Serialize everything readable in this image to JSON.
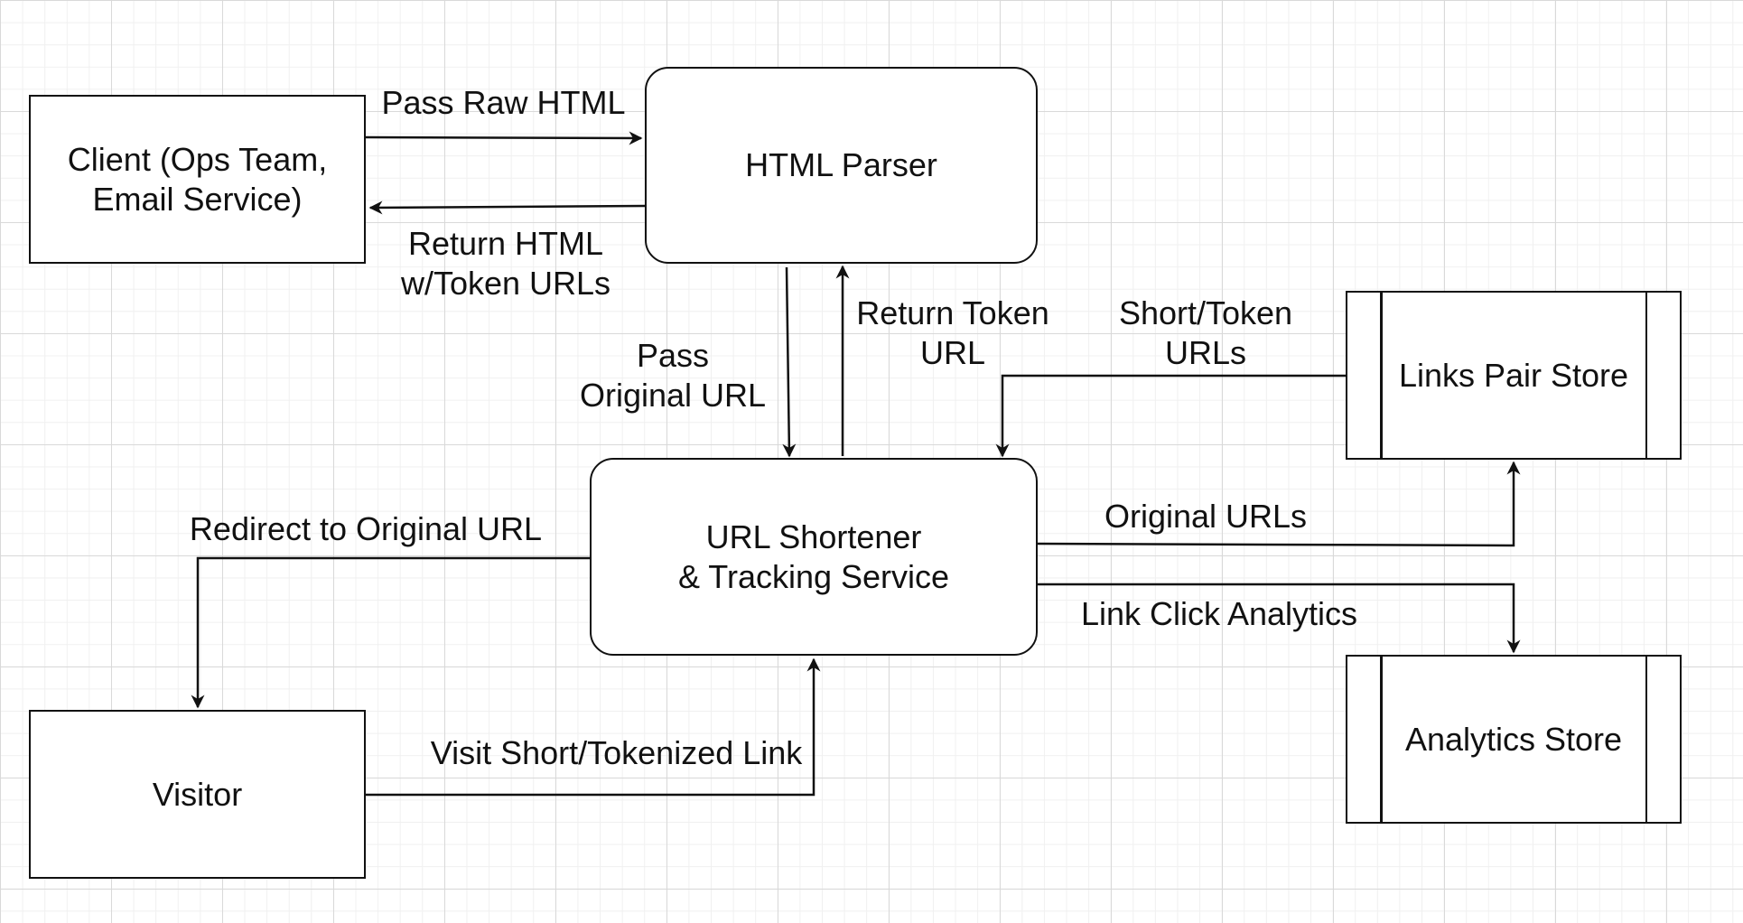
{
  "nodes": {
    "client": "Client (Ops Team,\nEmail Service)",
    "html_parser": "HTML Parser",
    "url_shortener": "URL Shortener\n& Tracking Service",
    "visitor": "Visitor",
    "links_store": "Links Pair Store",
    "analytics_store": "Analytics Store"
  },
  "edges": {
    "pass_raw_html": "Pass Raw HTML",
    "return_html": "Return HTML\nw/Token URLs",
    "pass_original_url": "Pass\nOriginal URL",
    "return_token_url": "Return Token\nURL",
    "short_token_urls": "Short/Token\nURLs",
    "original_urls": "Original URLs",
    "link_click_analytics": "Link Click Analytics",
    "redirect": "Redirect to Original URL",
    "visit_link": "Visit Short/Tokenized Link"
  },
  "colors": {
    "stroke": "#111111",
    "grid": "#d9d9d9",
    "background": "#ffffff"
  }
}
